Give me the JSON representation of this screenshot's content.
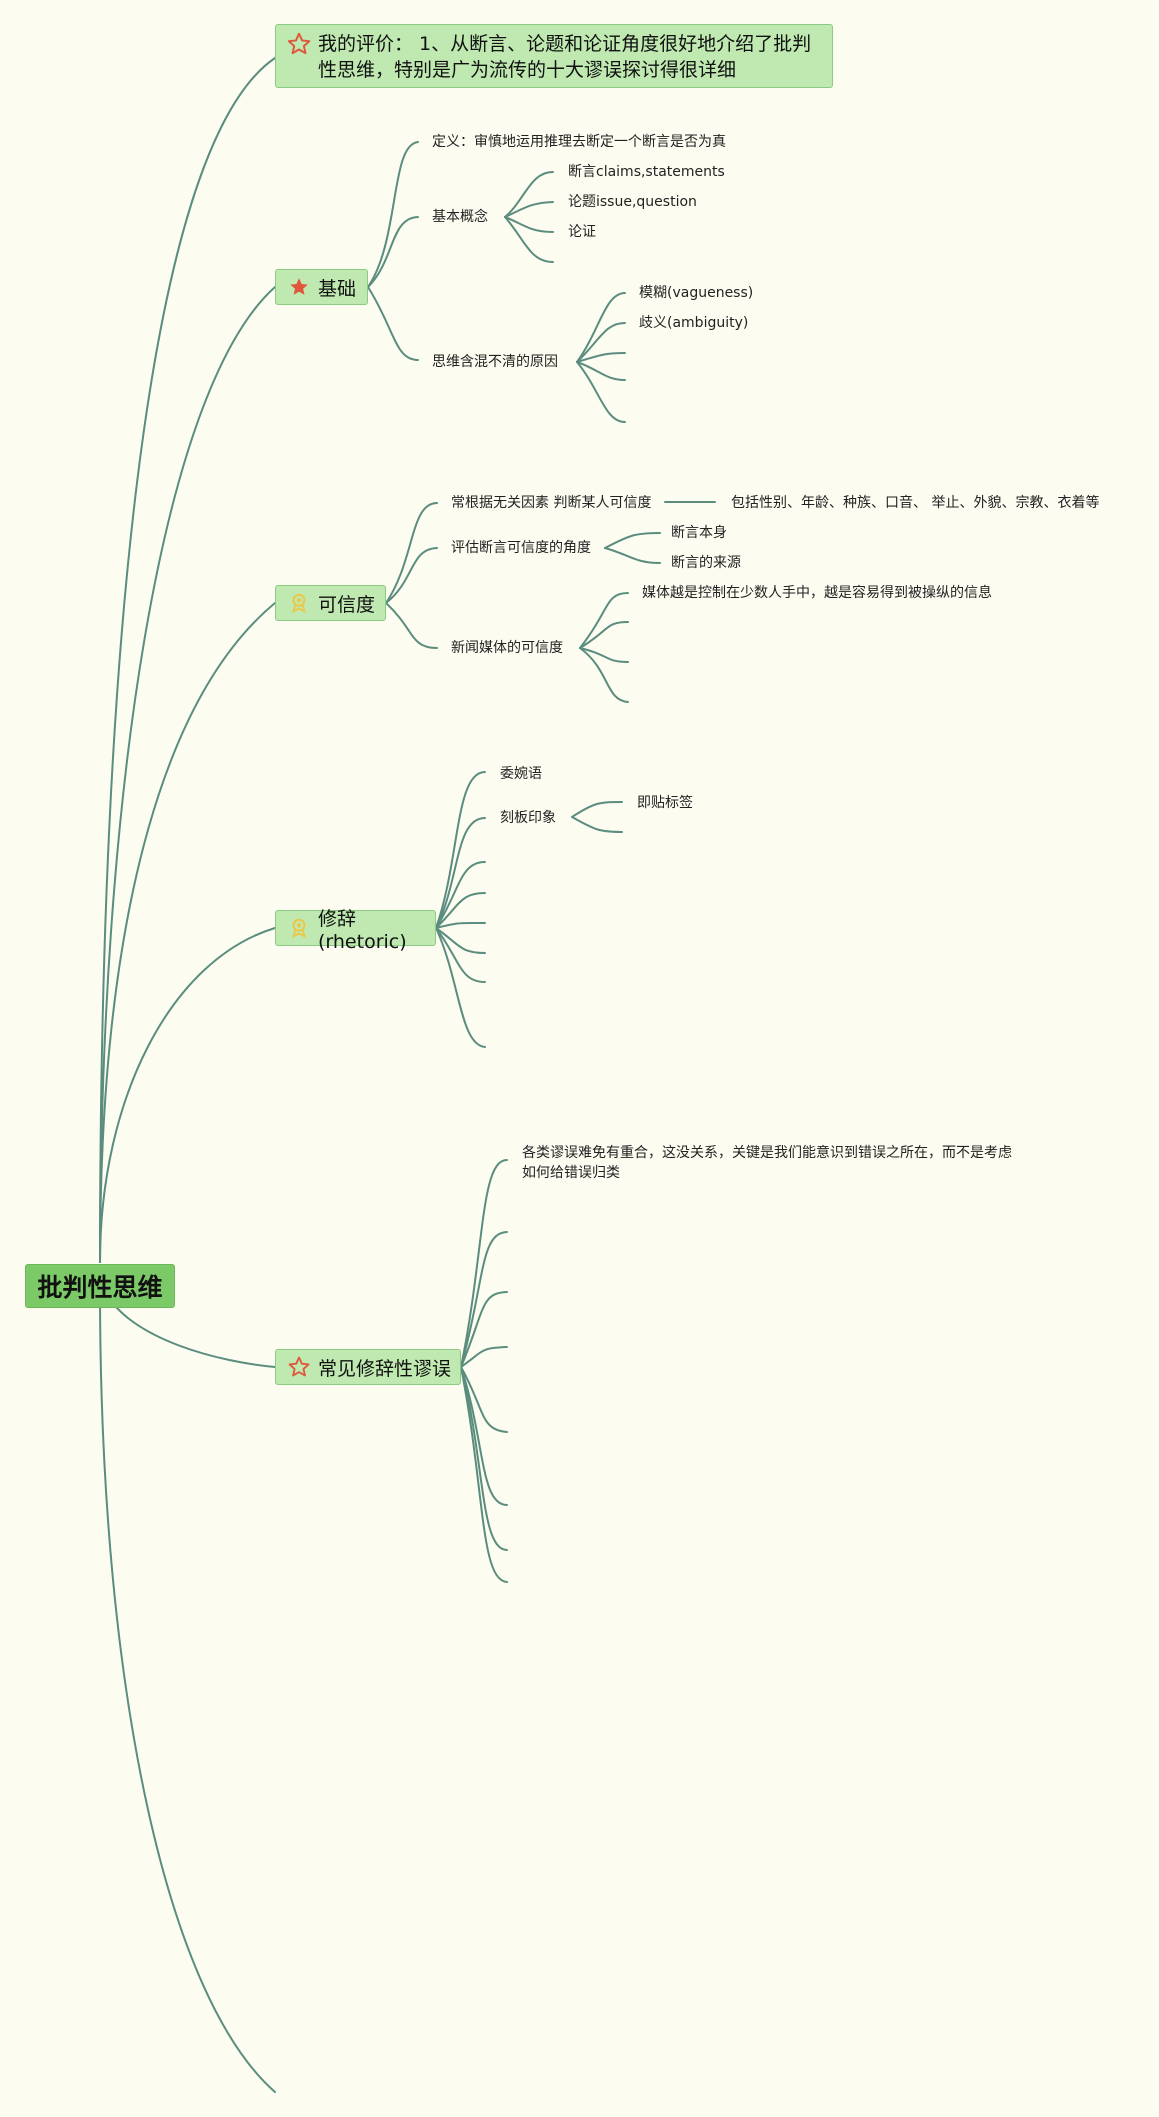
{
  "root": {
    "label": "批判性思维"
  },
  "evaluation": {
    "icon": "star-outline-icon",
    "text": "我的评价：  1、从断言、论题和论证角度很好地介绍了批判性思维，特别是广为流传的十大谬误探讨得很详细"
  },
  "topics": {
    "basics": {
      "label": "基础",
      "icon": "star-filled-icon",
      "definition": "定义：审慎地运用推理去断定一个断言是否为真",
      "concepts": {
        "label": "基本概念",
        "items": [
          "断言claims,statements",
          "论题issue,question",
          "论证"
        ]
      },
      "confusion": {
        "label": "思维含混不清的原因",
        "items": [
          "模糊(vagueness)",
          "歧义(ambiguity)"
        ]
      }
    },
    "credibility": {
      "label": "可信度",
      "icon": "badge-icon",
      "irrelevant": {
        "label": "常根据无关因素 判断某人可信度",
        "detail": "包括性别、年龄、种族、口音、 举止、外貌、宗教、衣着等"
      },
      "angles": {
        "label": "评估断言可信度的角度",
        "items": [
          "断言本身",
          "断言的来源"
        ]
      },
      "media": {
        "label": "新闻媒体的可信度",
        "items": [
          "媒体越是控制在少数人手中，越是容易得到被操纵的信息"
        ]
      }
    },
    "rhetoric": {
      "label": "修辞(rhetoric)",
      "icon": "badge-icon",
      "euphemism": "委婉语",
      "stereotype": {
        "label": "刻板印象",
        "items": [
          "即贴标签"
        ]
      }
    },
    "fallacies": {
      "label": "常见修辞性谬误",
      "icon": "star-outline-icon",
      "note": "各类谬误难免有重合，这没关系，关键是我们能意识到错误之所在，而不是考虑如何给错误归类"
    }
  },
  "colors": {
    "background": "#fdfcf1",
    "node_fill": "#bfe9b0",
    "root_fill": "#7bc967",
    "line": "#5b8d7e",
    "star_red": "#e0553b",
    "badge_yellow": "#e9c84a"
  }
}
